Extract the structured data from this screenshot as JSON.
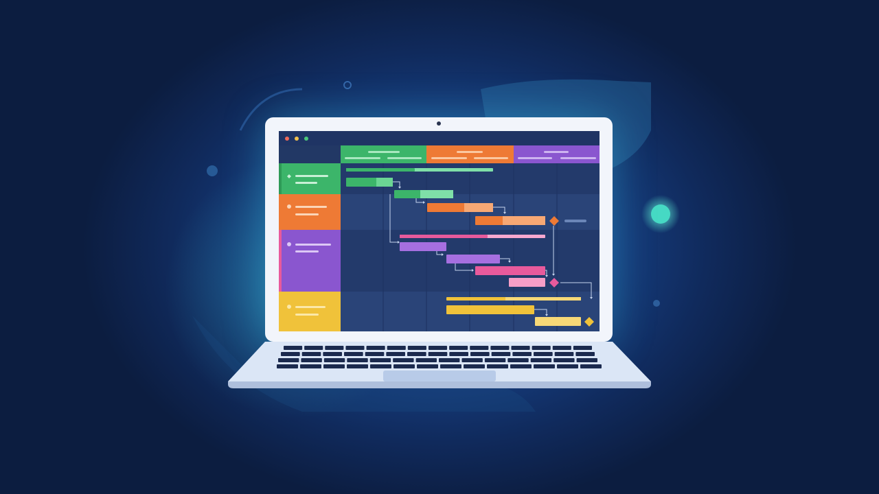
{
  "colors": {
    "background": "#13306b",
    "laptop_frame": "#f2f5fb",
    "screen_bg": "#253c6e",
    "green": "#3cb56a",
    "orange": "#ee7a35",
    "purple": "#8a56cf",
    "pink": "#e85a9c",
    "yellow": "#f0c23a",
    "glow": "#42d7c9"
  },
  "window_controls": [
    "close-dot",
    "minimize-dot",
    "maximize-dot"
  ],
  "phases": [
    {
      "name": "green-phase",
      "color": "#3cb56a"
    },
    {
      "name": "orange-phase",
      "color": "#ee7a35"
    },
    {
      "name": "purple-phase",
      "color": "#8a56cf"
    },
    {
      "name": "yellow-phase",
      "color": "#f0c23a"
    }
  ],
  "icons": [
    "diamond-milestone-icon",
    "dependency-arrow-icon"
  ]
}
